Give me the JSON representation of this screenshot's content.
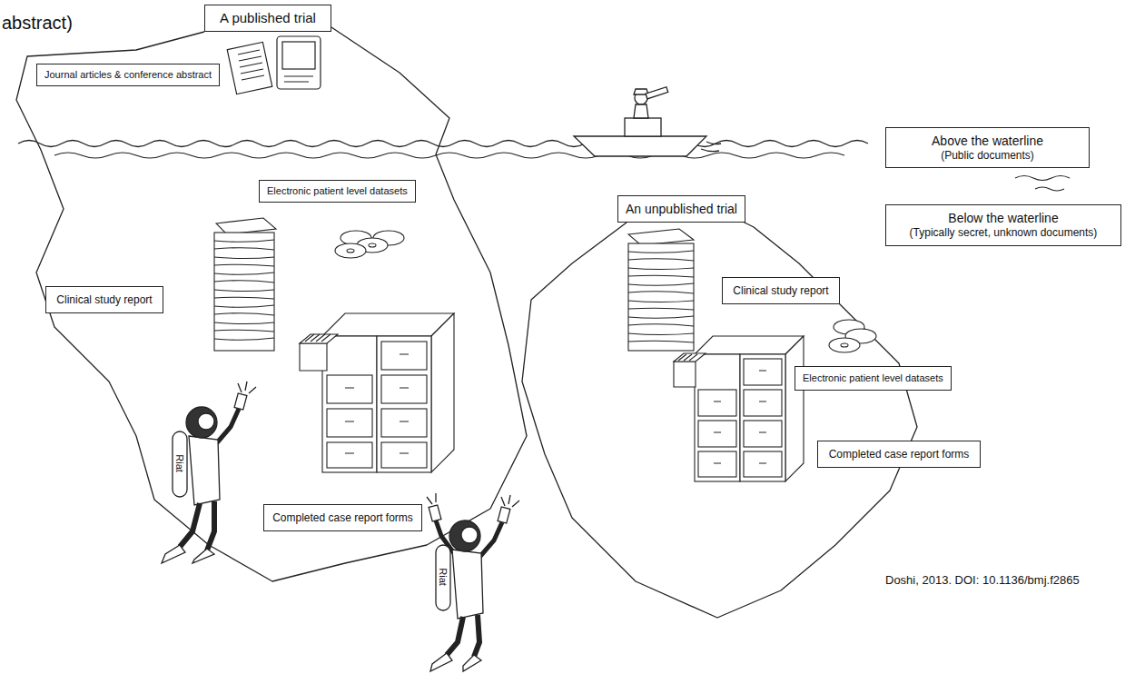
{
  "diagram": {
    "caption": "Doshi, 2013. DOI: 10.1136/bmj.f2865",
    "nodes": [
      {
        "text": [
          "A published trial"
        ]
      },
      {
        "text": [
          "Journal articles & conference abstract"
        ]
      },
      {
        "text": [
          "Above the waterline",
          "(Public documents)"
        ]
      },
      {
        "text": [
          "Electronic patient level datasets"
        ]
      },
      {
        "text": [
          "An unpublished trial"
        ]
      },
      {
        "text": [
          "Below the waterline",
          "(Typically secret, unknown documents)"
        ]
      },
      {
        "text": [
          "Clinical study report"
        ]
      },
      {
        "text": [
          "Clinical study report"
        ]
      },
      {
        "text": [
          "Electronic patient level datasets"
        ]
      },
      {
        "text": [
          "Completed case report forms"
        ]
      },
      {
        "text": [
          "Completed case report forms"
        ]
      }
    ],
    "labels": [
      "abstract)",
      "Riat",
      "Riat"
    ]
  }
}
